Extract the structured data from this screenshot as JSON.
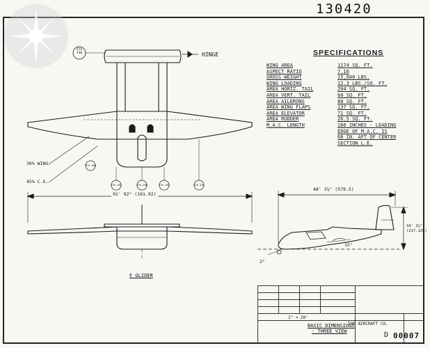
{
  "header": {
    "drawing_number": "130420"
  },
  "plan_view": {
    "labels": {
      "hinge": "HINGE",
      "wing_30": "30% WING",
      "cg_45": "45% C.G."
    },
    "station_labels": [
      "STA 100",
      "STA 183",
      "STA 200",
      "STA 183",
      "STA 202"
    ]
  },
  "dimensions": {
    "span": "91' 92\" (101.92)",
    "length": "48' 3⅝\" (579.5)",
    "height": "18' 1⅝\" (217.125)",
    "angle_small": "2°",
    "angle_tail": "15°"
  },
  "front_view": {
    "label": "€ GLIDER"
  },
  "specifications": {
    "title": "SPECIFICATIONS",
    "rows": [
      {
        "label": "WING AREA",
        "value": "1174 SQ. FT."
      },
      {
        "label": "ASPECT RATIO",
        "value": "7.16"
      },
      {
        "label": "GROSS WEIGHT",
        "value": "15,000 LBS."
      },
      {
        "label": "WING LOADING",
        "value": "12.3 LBS./SQ. FT."
      },
      {
        "label": "AREA HORIZ. TAIL",
        "value": "204 SQ. FT."
      },
      {
        "label": "AREA VERT. TAIL",
        "value": "60 SQ. FT."
      },
      {
        "label": "AREA AILERONS",
        "value": "80 SQ. FT."
      },
      {
        "label": "AREA WING FLAPS",
        "value": "137 SQ. FT."
      },
      {
        "label": "AREA ELEVATOR",
        "value": "71 SQ. FT."
      },
      {
        "label": "AREA RUDDER",
        "value": "26.5 SQ. FT."
      },
      {
        "label": "M.A.C. LENGTH",
        "value": "166 INCHES - LEADING"
      },
      {
        "label": "",
        "value": "EDGE OF M.A.C. IS"
      },
      {
        "label": "",
        "value": "68 IN. AFT OF CENTER"
      },
      {
        "label": "",
        "value": "SECTION L.E."
      }
    ]
  },
  "title_block": {
    "scale": "1\" = 20'",
    "title_line1": "BASIC DIMENSIONS",
    "title_line2": "- THREE VIEW",
    "company": "THE AIRCRAFT CO.",
    "sheet_number": "00007",
    "letter": "D"
  }
}
